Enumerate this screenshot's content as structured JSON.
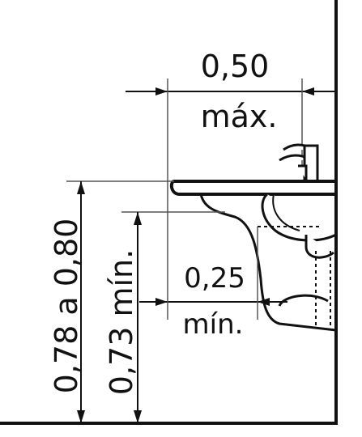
{
  "labels": {
    "top_value": "0,50",
    "top_qualifier": "máx.",
    "mid_value": "0,25",
    "mid_qualifier": "mín.",
    "vertical_range": "0,78 a 0,80",
    "vertical_min": "0,73 mín."
  },
  "colors": {
    "line": "#111111",
    "background": "#ffffff"
  },
  "icons": {
    "faucet": "faucet-icon",
    "sink": "washbasin-icon",
    "drain": "drain-trap-icon"
  }
}
